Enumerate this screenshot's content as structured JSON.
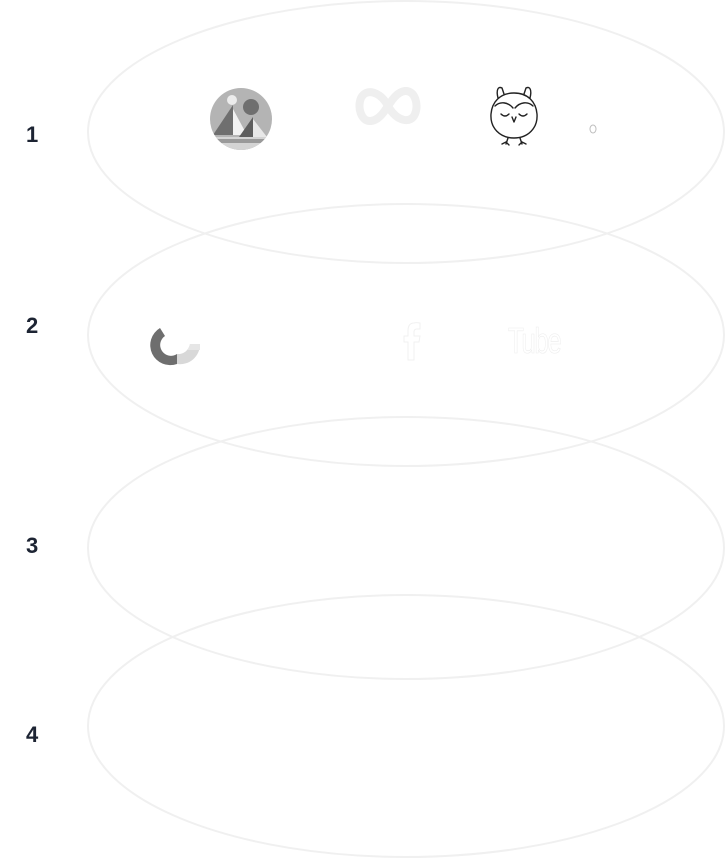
{
  "tiers": [
    {
      "number": "1",
      "logos": [
        "sailboat-app-icon",
        "meta-infinity-icon",
        "owl-mascot-icon",
        "small-dot-icon"
      ]
    },
    {
      "number": "2",
      "logos": [
        "google-g-icon",
        "facebook-f-icon",
        "youtube-wordmark"
      ],
      "youtube_text": "Tube"
    },
    {
      "number": "3",
      "logos": []
    },
    {
      "number": "4",
      "logos": []
    }
  ],
  "colors": {
    "tier_number": "#1d2433",
    "ring_stroke": "#f0f0f0",
    "logo_gray_dark": "#6e6e6e",
    "logo_gray_mid": "#a8a8a8",
    "logo_gray_light": "#eeeeee"
  }
}
